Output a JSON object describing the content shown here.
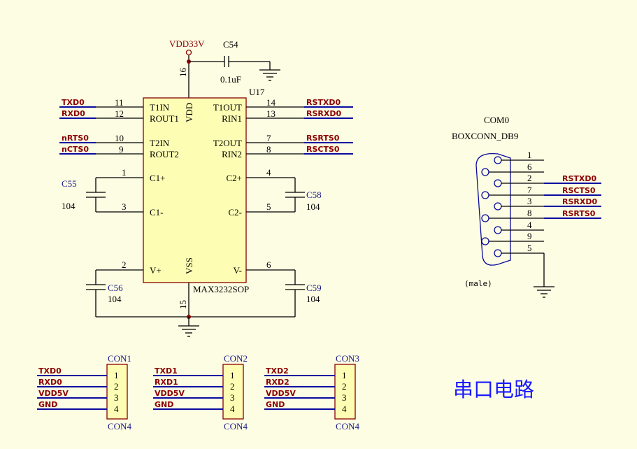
{
  "power": {
    "vdd": "VDD33V"
  },
  "u17": {
    "ref": "U17",
    "part": "MAX3232SOP",
    "vdd_label": "VDD",
    "vdd_pin": "16",
    "vss_label": "VSS",
    "vss_pin": "15",
    "left_pins": [
      {
        "num": "11",
        "name": "T1IN",
        "net": "TXD0"
      },
      {
        "num": "12",
        "name": "ROUT1",
        "net": "RXD0"
      },
      {
        "num": "10",
        "name": "T2IN",
        "net": "nRTS0"
      },
      {
        "num": "9",
        "name": "ROUT2",
        "net": "nCTS0"
      },
      {
        "num": "1",
        "name": "C1+"
      },
      {
        "num": "3",
        "name": "C1-"
      },
      {
        "num": "2",
        "name": "V+"
      }
    ],
    "right_pins": [
      {
        "num": "14",
        "name": "T1OUT",
        "net": "RSTXD0"
      },
      {
        "num": "13",
        "name": "RIN1",
        "net": "RSRXD0"
      },
      {
        "num": "7",
        "name": "T2OUT",
        "net": "RSRTS0"
      },
      {
        "num": "8",
        "name": "RIN2",
        "net": "RSCTS0"
      },
      {
        "num": "4",
        "name": "C2+"
      },
      {
        "num": "5",
        "name": "C2-"
      },
      {
        "num": "6",
        "name": "V-"
      }
    ]
  },
  "caps": {
    "c54": {
      "ref": "C54",
      "value": "0.1uF"
    },
    "c55": {
      "ref": "C55",
      "value": "104"
    },
    "c58": {
      "ref": "C58",
      "value": "104"
    },
    "c56": {
      "ref": "C56",
      "value": "104"
    },
    "c59": {
      "ref": "C59",
      "value": "104"
    }
  },
  "com0": {
    "ref": "COM0",
    "part": "BOXCONN_DB9",
    "note": "(male)",
    "pins": [
      "1",
      "6",
      "2",
      "7",
      "3",
      "8",
      "4",
      "9",
      "5"
    ],
    "nets": [
      "RSTXD0",
      "RSCTS0",
      "RSRXD0",
      "RSRTS0"
    ]
  },
  "headers": [
    {
      "ref": "CON1",
      "part": "CON4",
      "nets": [
        "TXD0",
        "RXD0",
        "VDD5V",
        "GND"
      ],
      "pins": [
        "1",
        "2",
        "3",
        "4"
      ]
    },
    {
      "ref": "CON2",
      "part": "CON4",
      "nets": [
        "TXD1",
        "RXD1",
        "VDD5V",
        "GND"
      ],
      "pins": [
        "1",
        "2",
        "3",
        "4"
      ]
    },
    {
      "ref": "CON3",
      "part": "CON4",
      "nets": [
        "TXD2",
        "RXD2",
        "VDD5V",
        "GND"
      ],
      "pins": [
        "1",
        "2",
        "3",
        "4"
      ]
    }
  ],
  "title": "串口电路",
  "colors": {
    "background": "#fdfde3",
    "ic_fill": "#fdfdb4",
    "ic_border": "#8b0000",
    "net_label": "#8b0000",
    "bus_wire": "#0a0aa0",
    "title": "#1a1aff"
  }
}
